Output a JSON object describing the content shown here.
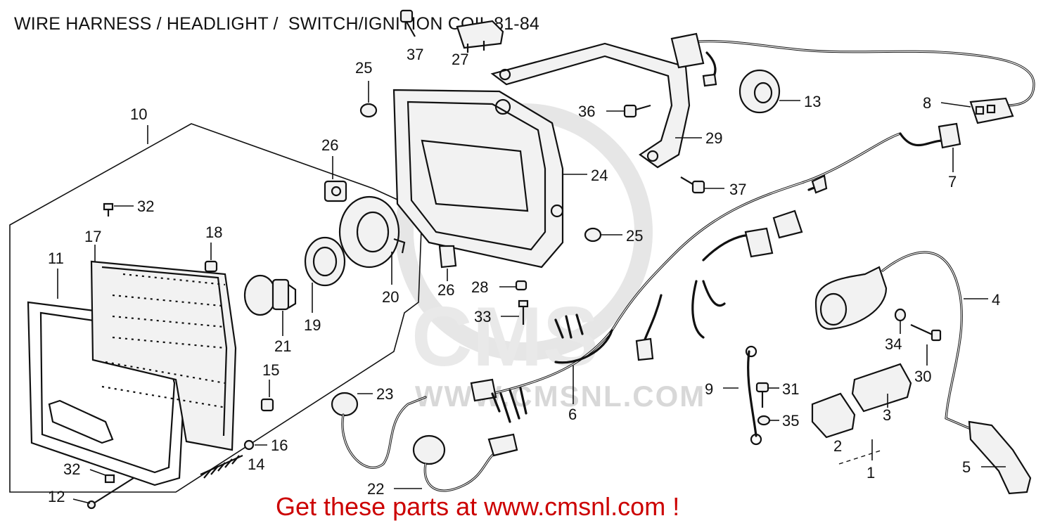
{
  "title": "WIRE HARNESS / HEADLIGHT /  SWITCH/IGNITION COIL 81-84",
  "footer": "Get these parts at www.cmsnl.com !",
  "watermark": "WWW.CMSNL.COM",
  "callouts": {
    "p1": "1",
    "p2": "2",
    "p3": "3",
    "p4": "4",
    "p5": "5",
    "p6": "6",
    "p7": "7",
    "p8": "8",
    "p9": "9",
    "p10": "10",
    "p11": "11",
    "p12": "12",
    "p13": "13",
    "p14": "14",
    "p15": "15",
    "p16": "16",
    "p17": "17",
    "p18": "18",
    "p19": "19",
    "p20": "20",
    "p21": "21",
    "p22": "22",
    "p23": "23",
    "p24": "24",
    "p25a": "25",
    "p25b": "25",
    "p26a": "26",
    "p26b": "26",
    "p27": "27",
    "p28": "28",
    "p29": "29",
    "p30": "30",
    "p31": "31",
    "p32a": "32",
    "p32b": "32",
    "p33": "33",
    "p34": "34",
    "p35": "35",
    "p36": "36",
    "p37a": "37",
    "p37b": "37"
  }
}
